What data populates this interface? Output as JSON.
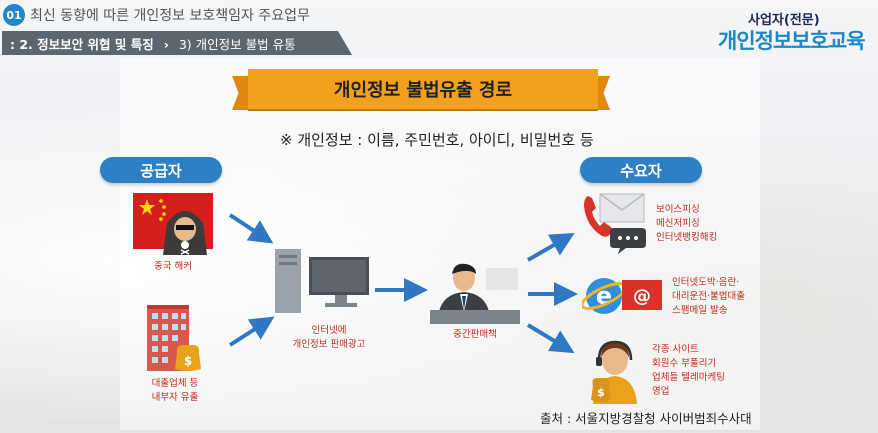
{
  "header": {
    "section_number": "01",
    "title": "최신 동향에 따른 개인정보 보호책임자 주요업무",
    "breadcrumb_part1": ": 2. 정보보안 위협 및 특징",
    "breadcrumb_sep": "›",
    "breadcrumb_part2": "3) 개인정보 불법 유통"
  },
  "brand": {
    "top": "사업자(전문)",
    "main": "개인정보보호교육"
  },
  "banner": {
    "title": "개인정보 불법유출 경로"
  },
  "note": "※ 개인정보 : 이름, 주민번호, 아이디, 비밀번호 등",
  "supplier": {
    "label": "공급자",
    "items": [
      {
        "label": "중국 해커"
      },
      {
        "label_line1": "대출업체 등",
        "label_line2": "내부자 유출"
      }
    ]
  },
  "middle": {
    "computer": {
      "line1": "인터넷에",
      "line2": "개인정보 판매광고"
    },
    "broker": {
      "label": "중간판매책"
    }
  },
  "demand": {
    "label": "수요자",
    "groups": [
      {
        "lines": [
          "보이스피싱",
          "메신저피싱",
          "인터넷뱅킹해킹"
        ]
      },
      {
        "lines": [
          "인터넷도박·음란·",
          "대리운전·불법대출",
          "스팸메일 발송"
        ]
      },
      {
        "lines": [
          "각종 사이트",
          "회원수 부풀리기",
          "업체들 텔레마케팅",
          "영업"
        ]
      }
    ]
  },
  "source": "출처 : 서울지방경찰청 사이버범죄수사대",
  "colors": {
    "accent_blue": "#2d7fc6",
    "banner_orange": "#f3a01e",
    "label_red": "#c42a1a",
    "arrow_blue": "#2f78c4"
  }
}
